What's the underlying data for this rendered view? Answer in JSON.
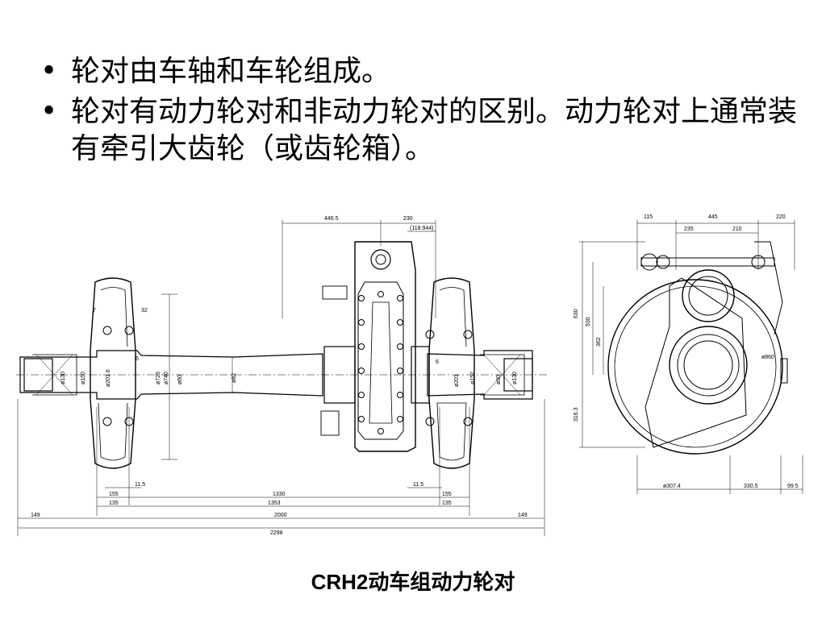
{
  "bullets": [
    {
      "symbol": "•",
      "text": "轮对由车轴和车轮组成。"
    },
    {
      "symbol": "•",
      "text": "轮对有动力轮对和非动力轮对的区别。动力轮对上通常装有牵引大齿轮（或齿轮箱）。"
    }
  ],
  "caption": "CRH2动车组动力轮对",
  "drawing": {
    "side_view_dimensions": {
      "top": [
        "446.5",
        "230",
        "(118.944)"
      ],
      "left": [
        "7",
        "32",
        "6"
      ],
      "right_small": "6",
      "diameters": [
        "ø130",
        "ø150",
        "ø201.6",
        "ø725",
        "ø740",
        "ø60",
        "ø82",
        "ø201",
        "ø152",
        "ø90",
        "ø130"
      ],
      "bottom_row1": [
        "155",
        "11.5",
        "1330",
        "11.5",
        "155"
      ],
      "bottom_row2": [
        "135",
        "1353",
        "135"
      ],
      "bottom_row3": [
        "149",
        "2000",
        "149"
      ],
      "bottom_row4": "2298"
    },
    "end_view_dimensions": {
      "top": [
        "115",
        "445",
        "220"
      ],
      "top2": [
        "235",
        "210"
      ],
      "left": [
        "630",
        "530",
        "362",
        "316.3"
      ],
      "diameter": "ø860",
      "bottom": [
        "ø307.4",
        "330.5",
        "99.5"
      ]
    }
  }
}
